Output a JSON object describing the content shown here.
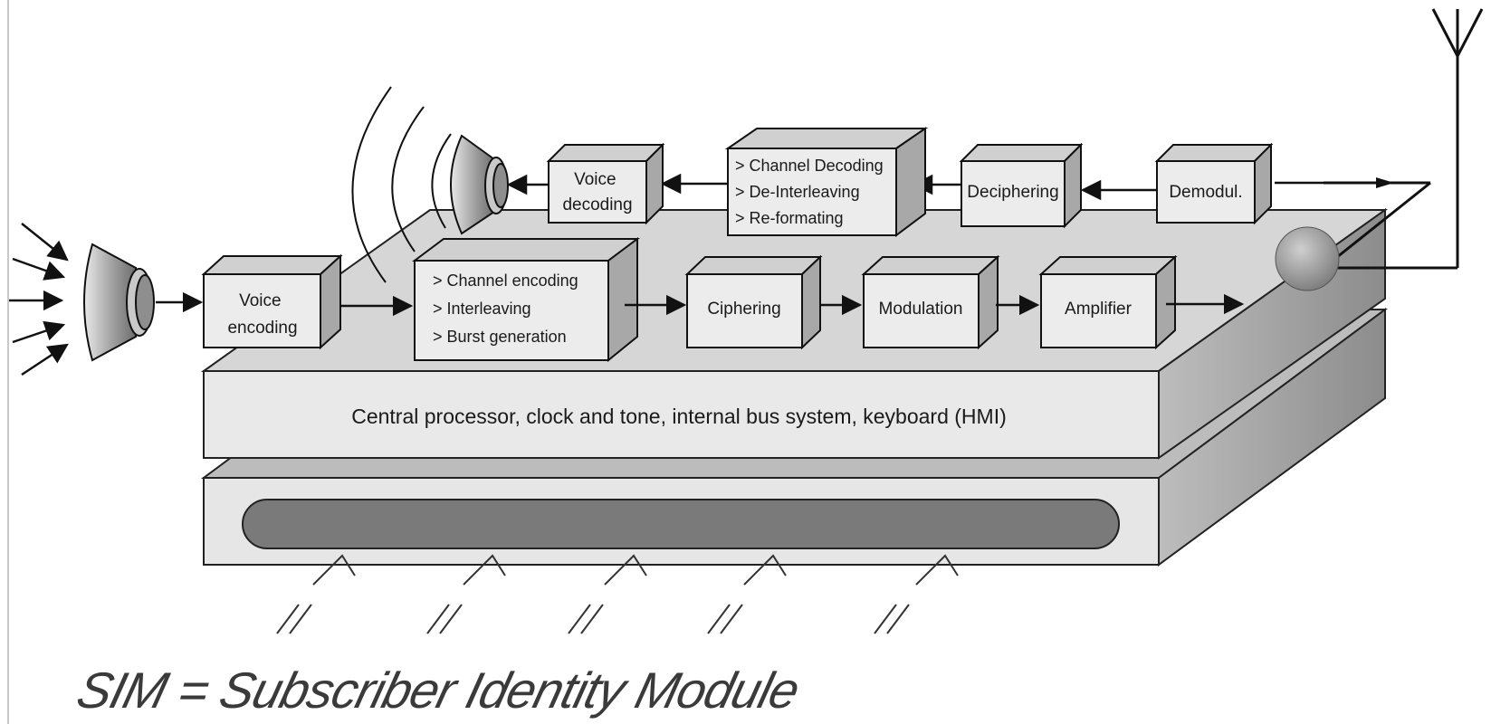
{
  "diagram": {
    "transmit_chain": {
      "voice_encoding": [
        "Voice",
        "encoding"
      ],
      "channel_encoding": [
        "> Channel encoding",
        "> Interleaving",
        "> Burst generation"
      ],
      "ciphering": "Ciphering",
      "modulation": "Modulation",
      "amplifier": "Amplifier"
    },
    "receive_chain": {
      "demodulation": "Demodul.",
      "deciphering": "Deciphering",
      "channel_decoding": [
        "> Channel Decoding",
        "> De-Interleaving",
        "> Re-formating"
      ],
      "voice_decoding": [
        "Voice",
        "decoding"
      ]
    },
    "platform_label": "Central processor, clock and tone, internal bus system, keyboard (HMI)",
    "sim_label": "SIM = Subscriber Identity Module",
    "colors": {
      "box_front": "#ececec",
      "box_top": "#d4d4d4",
      "box_side": "#a8a8a8",
      "sim_bar": "#7a7a7a",
      "line": "#111111"
    }
  }
}
